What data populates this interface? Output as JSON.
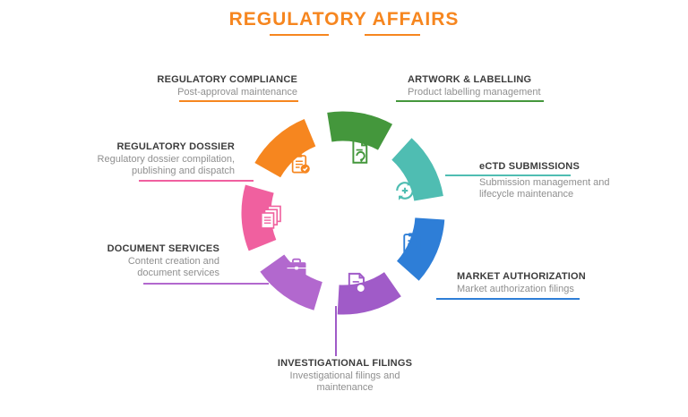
{
  "title": "REGULATORY AFFAIRS",
  "title_color": "#F6861F",
  "segments": [
    {
      "id": "regulatory-compliance",
      "title": "REGULATORY COMPLIANCE",
      "subtitle": "Post-approval maintenance",
      "color": "#F6861F",
      "icon": "clipboard-check-icon"
    },
    {
      "id": "artwork-labelling",
      "title": "ARTWORK & LABELLING",
      "subtitle": "Product labelling management",
      "color": "#44973C",
      "icon": "document-sync-icon"
    },
    {
      "id": "ectd-submissions",
      "title": "eCTD SUBMISSIONS",
      "subtitle": "Submission management and lifecycle maintenance",
      "color": "#4FBDB2",
      "icon": "lifecycle-arrows-icon"
    },
    {
      "id": "market-authorization",
      "title": "MARKET AUTHORIZATION",
      "subtitle": "Market authorization filings",
      "color": "#2E7ED7",
      "icon": "clipboard-list-icon"
    },
    {
      "id": "investigational-filings",
      "title": "INVESTIGATIONAL FILINGS",
      "subtitle": "Investigational filings and maintenance",
      "color": "#A05BC8",
      "icon": "document-search-icon"
    },
    {
      "id": "document-services",
      "title": "DOCUMENT SERVICES",
      "subtitle": "Content creation and document services",
      "color": "#B268CE",
      "icon": "briefcase-icon"
    },
    {
      "id": "regulatory-dossier",
      "title": "REGULATORY DOSSIER",
      "subtitle": "Regulatory dossier compilation, publishing and dispatch",
      "color": "#F0609F",
      "icon": "documents-stack-icon"
    }
  ]
}
